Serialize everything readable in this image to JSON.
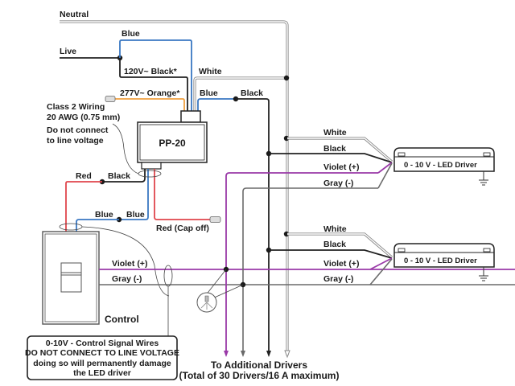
{
  "diagram": {
    "labels": {
      "neutral": "Neutral",
      "live": "Live",
      "blue_top": "Blue",
      "v120_black": "120V~  Black*",
      "white_top": "White",
      "v277_orange": "277V~  Orange*",
      "blue_mid": "Blue",
      "black_mid": "Black",
      "class2_line1": "Class 2 Wiring",
      "class2_line2": "20 AWG (0.75 mm)",
      "class2_line3": "Do not connect",
      "class2_line4": "to line voltage",
      "pp20": "PP-20",
      "red_left": "Red",
      "black_left": "Black",
      "blue_low1": "Blue",
      "blue_low2": "Blue",
      "red_capoff": "Red (Cap off)",
      "violet_ctrl": "Violet (+)",
      "gray_ctrl": "Gray (-)",
      "control": "Control",
      "warning_line1": "0-10V - Control Signal Wires",
      "warning_line2": "DO NOT CONNECT TO LINE VOLTAGE",
      "warning_line3": "doing so will permanently damage",
      "warning_line4": "the LED driver",
      "additional_line1": "To Additional Drivers",
      "additional_line2": "(Total of 30 Drivers/16 A maximum)"
    },
    "drivers": [
      {
        "label": "0 - 10 V -  LED Driver",
        "wires": {
          "white": "White",
          "black": "Black",
          "violet": "Violet (+)",
          "gray": "Gray (-)"
        }
      },
      {
        "label": "0 - 10 V -  LED Driver",
        "wires": {
          "white": "White",
          "black": "Black",
          "violet": "Violet (+)",
          "gray": "Gray (-)"
        }
      }
    ],
    "colors": {
      "black": "#222222",
      "blue": "#3a78c2",
      "red": "#e0464c",
      "orange": "#f0a040",
      "violet": "#9a3aa8",
      "gray": "#6a6a6a",
      "white_outline": "#8a8a8a"
    }
  }
}
